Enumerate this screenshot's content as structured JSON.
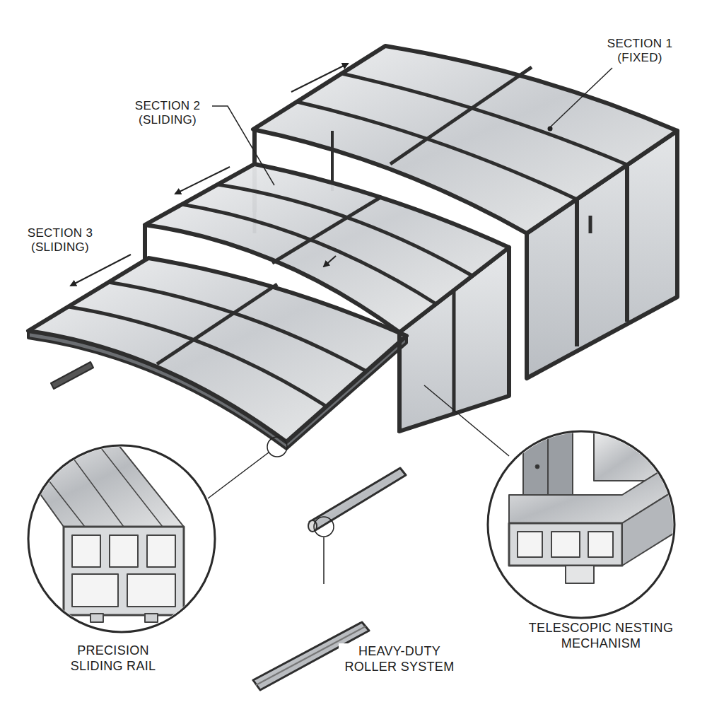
{
  "diagram": {
    "labels": [
      "SECTION 1 (FIXED)",
      "SECTION 2 (SLIDING)",
      "SECTION 3 (SLIDING)",
      "PRECISION SLIDING RAIL",
      "HEAVY-DUTY ROLLER SYSTEM",
      "TELESCOPIC NESTING MECHANISM"
    ]
  }
}
